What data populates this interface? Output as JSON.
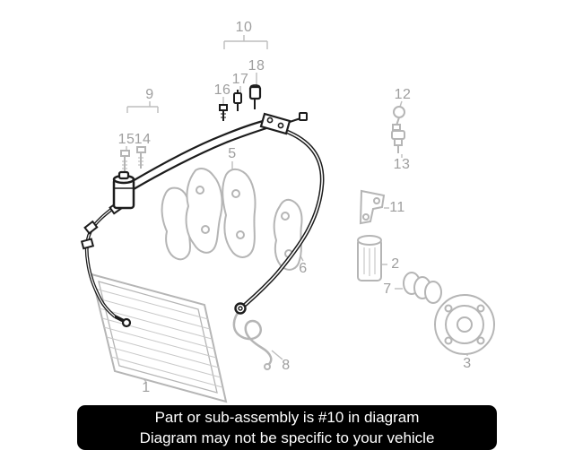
{
  "diagram": {
    "callouts": [
      {
        "label": "10"
      },
      {
        "label": "18"
      },
      {
        "label": "17"
      },
      {
        "label": "16"
      },
      {
        "label": "9"
      },
      {
        "label": "15"
      },
      {
        "label": "14"
      },
      {
        "label": "5"
      },
      {
        "label": "12"
      },
      {
        "label": "13"
      },
      {
        "label": "11"
      },
      {
        "label": "2"
      },
      {
        "label": "7"
      },
      {
        "label": "6"
      },
      {
        "label": "8"
      },
      {
        "label": "1"
      },
      {
        "label": "3"
      }
    ],
    "colors": {
      "highlighted_part": "#1c1c1c",
      "muted_part": "#b5b5b5",
      "callout_text": "#9e9e9e"
    }
  },
  "banner": {
    "line1": "Part or sub-assembly is #10 in diagram",
    "line2": "Diagram may not be specific to your vehicle",
    "background": "#000000",
    "text_color": "#ffffff"
  }
}
